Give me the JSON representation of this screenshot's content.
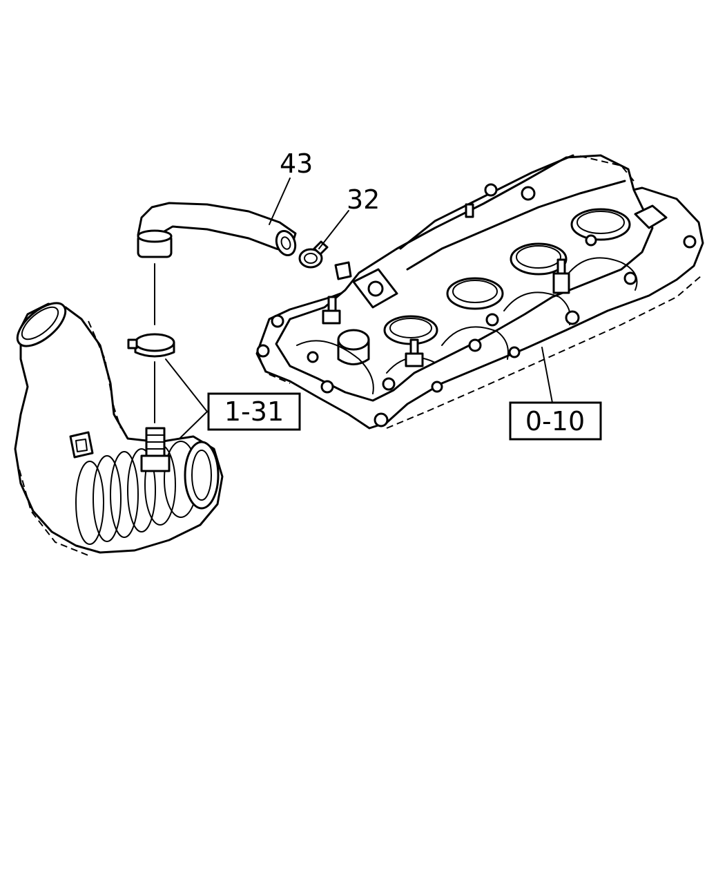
{
  "callouts": {
    "hose": "43",
    "clip": "32",
    "intake_ref": "1-31",
    "manifold_ref": "0-10"
  }
}
